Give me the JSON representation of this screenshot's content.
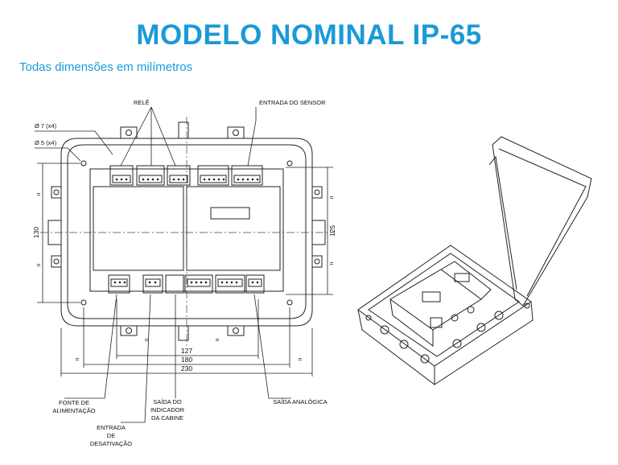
{
  "header": {
    "title": "MODELO NOMINAL IP-65",
    "subtitle": "Todas dimensões em milímetros"
  },
  "labels": {
    "rele": "RELÊ",
    "entrada_sensor": "ENTRADA DO SENSOR",
    "hole7": "Ø 7 (x4)",
    "hole5": "Ø 5 (x4)",
    "fonte_1": "FONTE DE",
    "fonte_2": "ALIMENTAÇÃO",
    "entrada_desat_1": "ENTRADA",
    "entrada_desat_2": "DE",
    "entrada_desat_3": "DESATIVAÇÃO",
    "saida_ind_1": "SAÍDA DO",
    "saida_ind_2": "INDICADOR",
    "saida_ind_3": "DA CABINE",
    "saida_analogica": "SAÍDA ANALÓGICA"
  },
  "dimensions": {
    "d127": "127",
    "d180": "180",
    "d230": "230",
    "d130": "130",
    "d125": "125",
    "eq": "="
  }
}
